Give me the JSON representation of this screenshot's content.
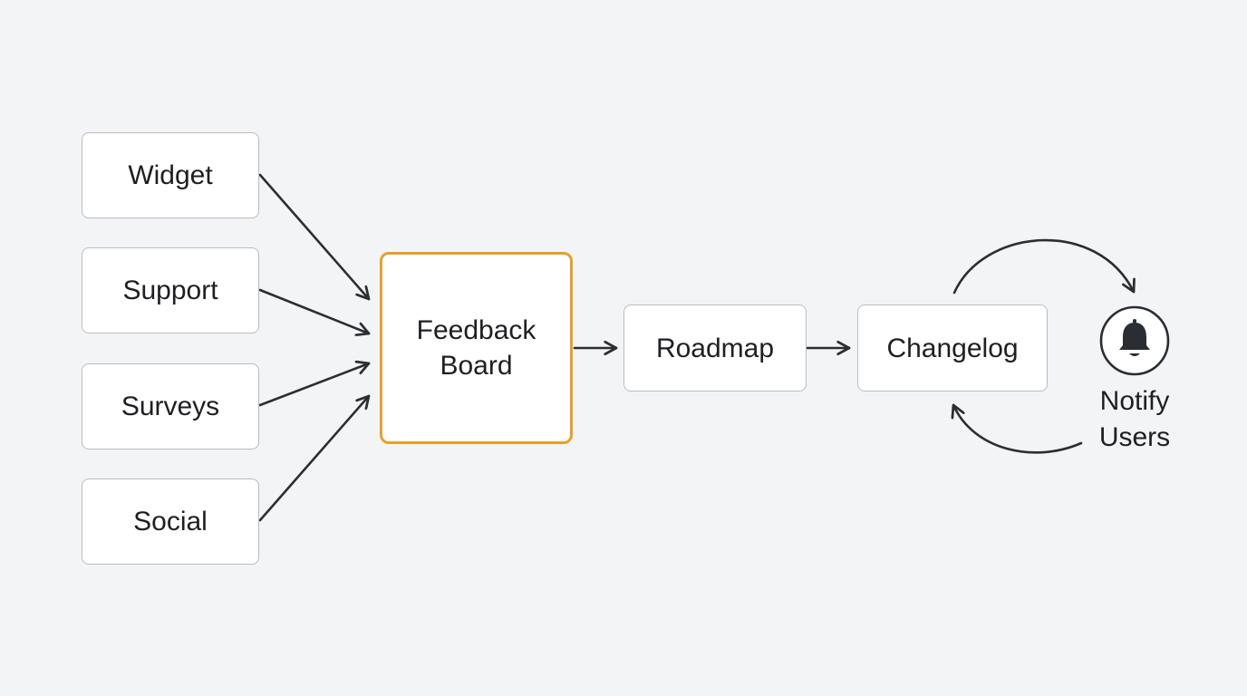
{
  "colors": {
    "background": "#f3f4f5",
    "node_border": "#b9bcc1",
    "hub_border": "#e5a02b",
    "arrow": "#2a2e33",
    "bell": "#2a2e33"
  },
  "sources": [
    {
      "id": "widget",
      "label": "Widget"
    },
    {
      "id": "support",
      "label": "Support"
    },
    {
      "id": "surveys",
      "label": "Surveys"
    },
    {
      "id": "social",
      "label": "Social"
    }
  ],
  "hub": {
    "line1": "Feedback",
    "line2": "Board"
  },
  "roadmap": {
    "label": "Roadmap"
  },
  "changelog": {
    "label": "Changelog"
  },
  "notify": {
    "line1": "Notify",
    "line2": "Users",
    "icon": "bell-icon"
  }
}
